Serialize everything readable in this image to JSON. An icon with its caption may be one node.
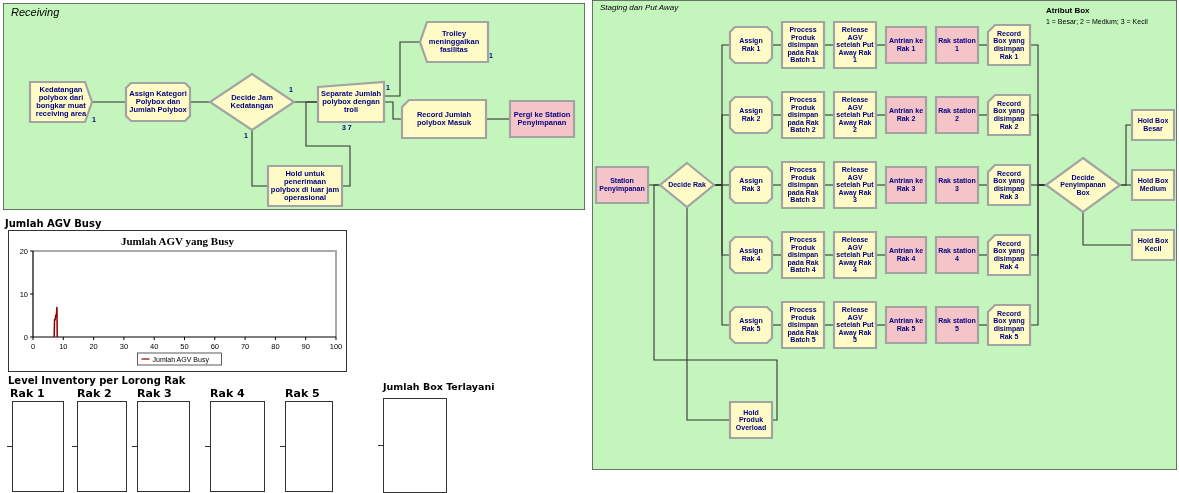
{
  "diagram": {
    "nodes": [
      {
        "text": [
          "Receiving"
        ]
      },
      {
        "text": [
          "Kedatangan polybox dari bongkar muat receiving area"
        ],
        "in": 0,
        "beside": [
          "1"
        ]
      },
      {
        "text": [
          "Assign Kategori Polybox dan Jumlah Polybox"
        ],
        "in": 0
      },
      {
        "text": [
          "Decide Jam Kedatangan"
        ],
        "in": 0,
        "beside": [
          "1",
          "1"
        ]
      },
      {
        "text": [
          "Hold untuk penerimaan polybox di luar jam operasional"
        ],
        "in": 0
      },
      {
        "text": [
          "Separate Jumlah polybox dengan troli"
        ],
        "in": 0,
        "beside": [
          "1",
          "3 7"
        ]
      },
      {
        "text": [
          "Trolley meninggalkan fasilitas"
        ],
        "in": 0,
        "beside": [
          "1"
        ]
      },
      {
        "text": [
          "Record Jumlah polybox Masuk"
        ],
        "in": 0
      },
      {
        "text": [
          "Pergi ke Station Penyimpanan"
        ],
        "in": 0
      },
      {
        "text": [
          "Staging dan Put Away"
        ]
      },
      {
        "text": [
          "Station Penyimpanan"
        ],
        "in": 9
      },
      {
        "text": [
          "Decide Rak"
        ],
        "in": 9
      },
      {
        "text": [
          "Assign Rak 1"
        ],
        "in": 9
      },
      {
        "text": [
          "Assign Rak 2"
        ],
        "in": 9
      },
      {
        "text": [
          "Assign Rak 3"
        ],
        "in": 9
      },
      {
        "text": [
          "Assign Rak 4"
        ],
        "in": 9
      },
      {
        "text": [
          "Assign Rak 5"
        ],
        "in": 9
      },
      {
        "text": [
          "Process Produk disimpan pada Rak Batch 1"
        ],
        "in": 9
      },
      {
        "text": [
          "Process Produk disimpan pada Rak Batch 2"
        ],
        "in": 9
      },
      {
        "text": [
          "Process Produk disimpan pada Rak Batch 3"
        ],
        "in": 9
      },
      {
        "text": [
          "Process Produk disimpan pada Rak Batch 4"
        ],
        "in": 9
      },
      {
        "text": [
          "Process Produk disimpan pada Rak Batch 5"
        ],
        "in": 9
      },
      {
        "text": [
          "Release AGV setelah Put Away Rak 1"
        ],
        "in": 9
      },
      {
        "text": [
          "Release AGV setelah Put Away Rak 2"
        ],
        "in": 9
      },
      {
        "text": [
          "Release AGV setelah Put Away Rak 3"
        ],
        "in": 9
      },
      {
        "text": [
          "Release AGV setelah Put Away Rak 4"
        ],
        "in": 9
      },
      {
        "text": [
          "Release AGV setelah Put Away Rak 5"
        ],
        "in": 9
      },
      {
        "text": [
          "Antrian ke Rak 1"
        ],
        "in": 9
      },
      {
        "text": [
          "Antrian ke Rak 2"
        ],
        "in": 9
      },
      {
        "text": [
          "Antrian ke Rak 3"
        ],
        "in": 9
      },
      {
        "text": [
          "Antrian ke Rak 4"
        ],
        "in": 9
      },
      {
        "text": [
          "Antrian ke Rak 5"
        ],
        "in": 9
      },
      {
        "text": [
          "Rak station 1"
        ],
        "in": 9
      },
      {
        "text": [
          "Rak station 2"
        ],
        "in": 9
      },
      {
        "text": [
          "Rak station 3"
        ],
        "in": 9
      },
      {
        "text": [
          "Rak station 4"
        ],
        "in": 9
      },
      {
        "text": [
          "Rak station 5"
        ],
        "in": 9
      },
      {
        "text": [
          "Record Box yang disimpan Rak 1"
        ],
        "in": 9
      },
      {
        "text": [
          "Record Box yang disimpan Rak 2"
        ],
        "in": 9
      },
      {
        "text": [
          "Record Box yang disimpan Rak 3"
        ],
        "in": 9
      },
      {
        "text": [
          "Record Box yang disimpan Rak 4"
        ],
        "in": 9
      },
      {
        "text": [
          "Record Box yang disimpan Rak 5"
        ],
        "in": 9
      },
      {
        "text": [
          "Decide Penyimpanan Box"
        ],
        "in": 9
      },
      {
        "text": [
          "Hold Box Besar"
        ],
        "in": 9
      },
      {
        "text": [
          "Hold Box Medium"
        ],
        "in": 9
      },
      {
        "text": [
          "Hold Box Kecil"
        ],
        "in": 9
      },
      {
        "text": [
          "Hold Produk Overload"
        ],
        "in": 9
      }
    ],
    "edges": [
      {
        "from": 1,
        "to": 2,
        "arrow": "none"
      },
      {
        "from": 2,
        "to": 3,
        "arrow": "none"
      },
      {
        "from": 3,
        "to": 5,
        "arrow": "none"
      },
      {
        "from": 3,
        "to": 4,
        "arrow": "none"
      },
      {
        "from": 4,
        "to": 5,
        "arrow": "none"
      },
      {
        "from": 5,
        "to": 6,
        "arrow": "none"
      },
      {
        "from": 5,
        "to": 7,
        "arrow": "none"
      },
      {
        "from": 7,
        "to": 8,
        "arrow": "none"
      },
      {
        "from": 10,
        "to": 11,
        "arrow": "none"
      },
      {
        "from": 11,
        "to": 12,
        "arrow": "none"
      },
      {
        "from": 11,
        "to": 13,
        "arrow": "none"
      },
      {
        "from": 11,
        "to": 14,
        "arrow": "none"
      },
      {
        "from": 11,
        "to": 15,
        "arrow": "none"
      },
      {
        "from": 11,
        "to": 16,
        "arrow": "none"
      },
      {
        "from": 11,
        "to": 46,
        "arrow": "none"
      },
      {
        "from": 46,
        "to": 11,
        "arrow": "none"
      },
      {
        "from": 12,
        "to": 17,
        "arrow": "none"
      },
      {
        "from": 13,
        "to": 18,
        "arrow": "none"
      },
      {
        "from": 14,
        "to": 19,
        "arrow": "none"
      },
      {
        "from": 15,
        "to": 20,
        "arrow": "none"
      },
      {
        "from": 16,
        "to": 21,
        "arrow": "none"
      },
      {
        "from": 17,
        "to": 22,
        "arrow": "none"
      },
      {
        "from": 18,
        "to": 23,
        "arrow": "none"
      },
      {
        "from": 19,
        "to": 24,
        "arrow": "none"
      },
      {
        "from": 20,
        "to": 25,
        "arrow": "none"
      },
      {
        "from": 21,
        "to": 26,
        "arrow": "none"
      },
      {
        "from": 22,
        "to": 27,
        "arrow": "none"
      },
      {
        "from": 23,
        "to": 28,
        "arrow": "none"
      },
      {
        "from": 24,
        "to": 29,
        "arrow": "none"
      },
      {
        "from": 25,
        "to": 30,
        "arrow": "none"
      },
      {
        "from": 26,
        "to": 31,
        "arrow": "none"
      },
      {
        "from": 32,
        "to": 37,
        "arrow": "none"
      },
      {
        "from": 33,
        "to": 38,
        "arrow": "none"
      },
      {
        "from": 34,
        "to": 39,
        "arrow": "none"
      },
      {
        "from": 35,
        "to": 40,
        "arrow": "none"
      },
      {
        "from": 36,
        "to": 41,
        "arrow": "none"
      },
      {
        "from": 37,
        "to": 42,
        "arrow": "none"
      },
      {
        "from": 38,
        "to": 42,
        "arrow": "none"
      },
      {
        "from": 39,
        "to": 42,
        "arrow": "none"
      },
      {
        "from": 40,
        "to": 42,
        "arrow": "none"
      },
      {
        "from": 41,
        "to": 42,
        "arrow": "none"
      },
      {
        "from": 42,
        "to": 43,
        "arrow": "none"
      },
      {
        "from": 42,
        "to": 44,
        "arrow": "none"
      },
      {
        "from": 42,
        "to": 45,
        "arrow": "none"
      }
    ],
    "labels": [
      "Atribut Box",
      "1 = Besar; 2 = Medium; 3 = Kecil",
      "Jumlah AGV Busy",
      "Level Inventory per Lorong Rak",
      "Rak 1",
      "Rak 2",
      "Rak 3",
      "Rak 4",
      "Rak 5",
      "Jumlah Box Terlayani"
    ],
    "chart_data": {
      "type": "line",
      "title": "Jumlah AGV yang Busy",
      "x": [
        7,
        7.1,
        7.3,
        7.5,
        7.7,
        7.9,
        8
      ],
      "series": [
        {
          "name": "Jumlah AGV Busy",
          "color": "#8b0000",
          "values": [
            0,
            4,
            4,
            5,
            5,
            7,
            0
          ]
        }
      ],
      "xlim": [
        0,
        100
      ],
      "ylim": [
        0,
        20
      ],
      "xticks": [
        0,
        10,
        20,
        30,
        40,
        50,
        60,
        70,
        80,
        90,
        100
      ],
      "yticks": [
        0,
        10,
        20
      ]
    }
  }
}
